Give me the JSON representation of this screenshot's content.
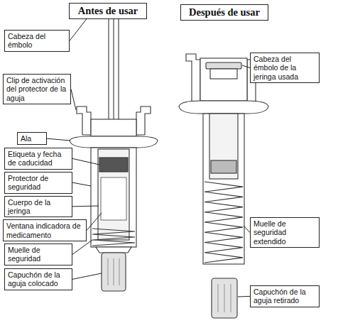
{
  "diagram": {
    "nodes": [
      {
        "text": [
          "Antes de usar"
        ]
      },
      {
        "text": [
          "Después de usar"
        ]
      },
      {
        "text": [
          "Cabeza del émbolo"
        ]
      },
      {
        "text": [
          "Cabeza del émbolo de la jeringa usada"
        ]
      },
      {
        "text": [
          "Clip de activación del protector de la aguja"
        ]
      },
      {
        "text": [
          "Ala"
        ]
      },
      {
        "text": [
          "Etiqueta y fecha de caducidad"
        ]
      },
      {
        "text": [
          "Protector de seguridad"
        ]
      },
      {
        "text": [
          "Cuerpo de la jeringa"
        ]
      },
      {
        "text": [
          "Ventana indicadora de medicamento"
        ]
      },
      {
        "text": [
          "Muelle de seguridad"
        ]
      },
      {
        "text": [
          "Capuchón de la aguja colocado"
        ]
      },
      {
        "text": [
          "Muelle de seguridad extendido"
        ]
      },
      {
        "text": [
          "Capuchón de la aguja retirado"
        ]
      }
    ]
  }
}
